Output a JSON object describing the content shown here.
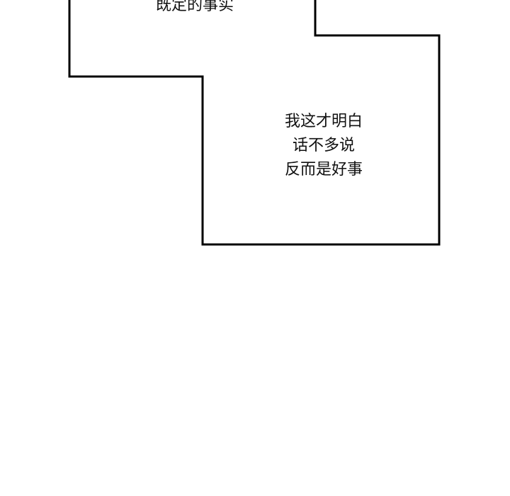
{
  "panel": {
    "top_text": "既定的事实",
    "lines": [
      "我这才明白",
      "话不多说",
      "反而是好事"
    ],
    "border_color": "#000000",
    "background_color": "#ffffff"
  }
}
